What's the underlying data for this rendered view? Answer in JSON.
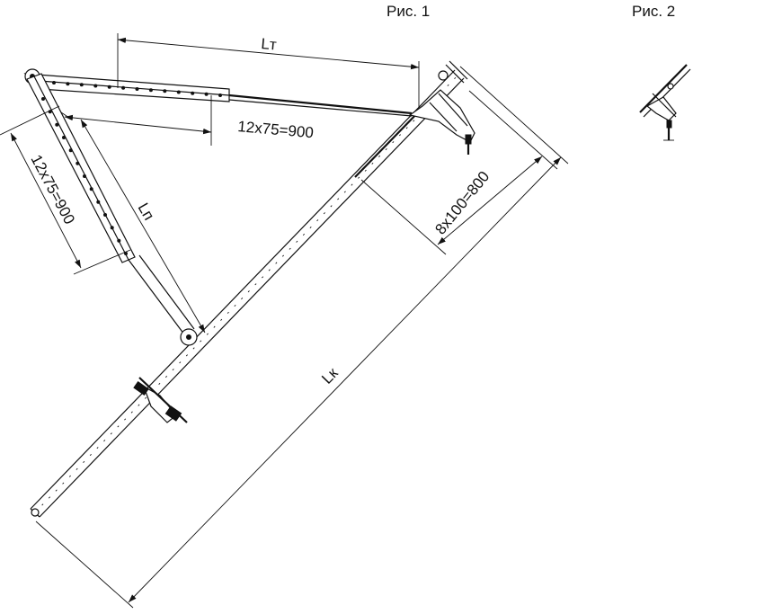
{
  "figures": {
    "fig1_label": "Рис. 1",
    "fig2_label": "Рис. 2"
  },
  "dimensions": {
    "lt": "Lт",
    "lp": "Lп",
    "lk": "Lк",
    "top_holes": "12x75=900",
    "left_holes": "12x75=900",
    "right_holes": "8x100=800"
  }
}
